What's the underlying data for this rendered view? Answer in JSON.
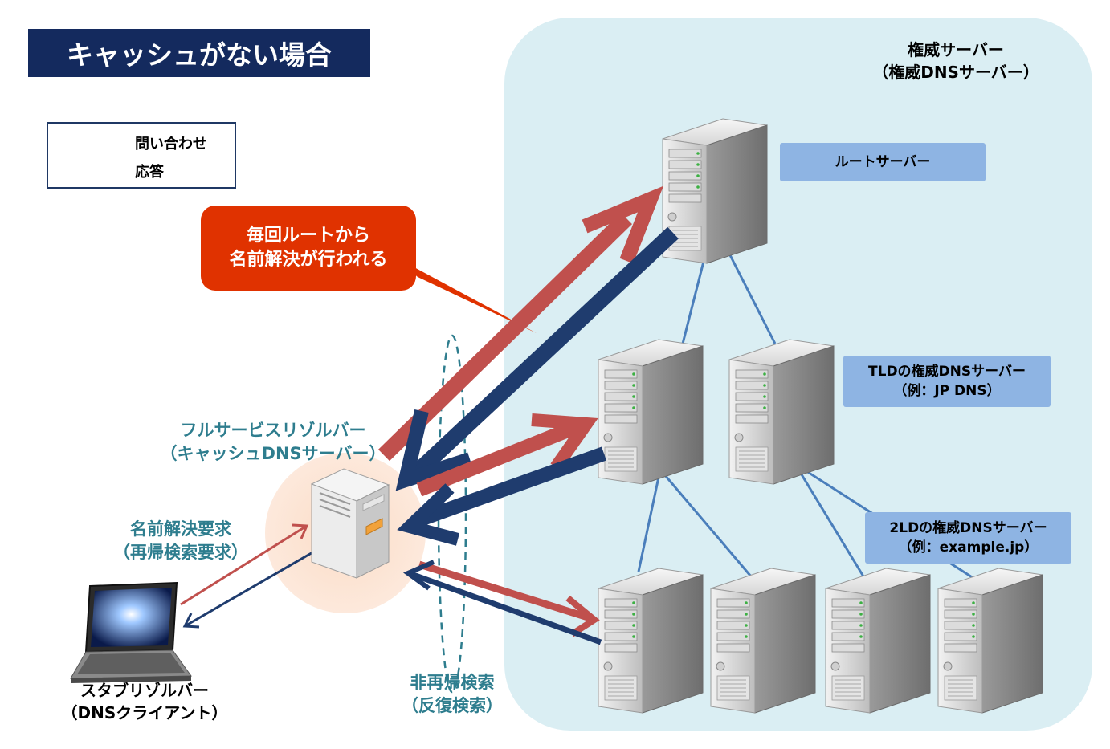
{
  "title": "キャッシュがない場合",
  "legend": {
    "query": "問い合わせ",
    "response": "応答"
  },
  "callout": {
    "line1": "毎回ルートから",
    "line2": "名前解決が行われる"
  },
  "authoritative": {
    "line1": "権威サーバー",
    "line2": "（権威DNSサーバー）"
  },
  "servers": {
    "root": "ルートサーバー",
    "tld_line1": "TLDの権威DNSサーバー",
    "tld_line2": "（例：JP DNS）",
    "sld_line1": "2LDの権威DNSサーバー",
    "sld_line2": "（例：example.jp）"
  },
  "resolver": {
    "line1": "フルサービスリゾルバー",
    "line2": "（キャッシュDNSサーバー）"
  },
  "request": {
    "line1": "名前解決要求",
    "line2": "（再帰検索要求）"
  },
  "stub": {
    "line1": "スタブリゾルバー",
    "line2": "（DNSクライアント）"
  },
  "iterative": {
    "line1": "非再帰検索",
    "line2": "（反復検索）"
  },
  "colors": {
    "query": "#c0504d",
    "response": "#1f3c6e",
    "region": "#daeef3",
    "callout": "#e03200",
    "title_bg": "#142a5e",
    "label_bg": "#8eb4e3",
    "link": "#4a7ebb",
    "teal": "#2e7d8e"
  }
}
